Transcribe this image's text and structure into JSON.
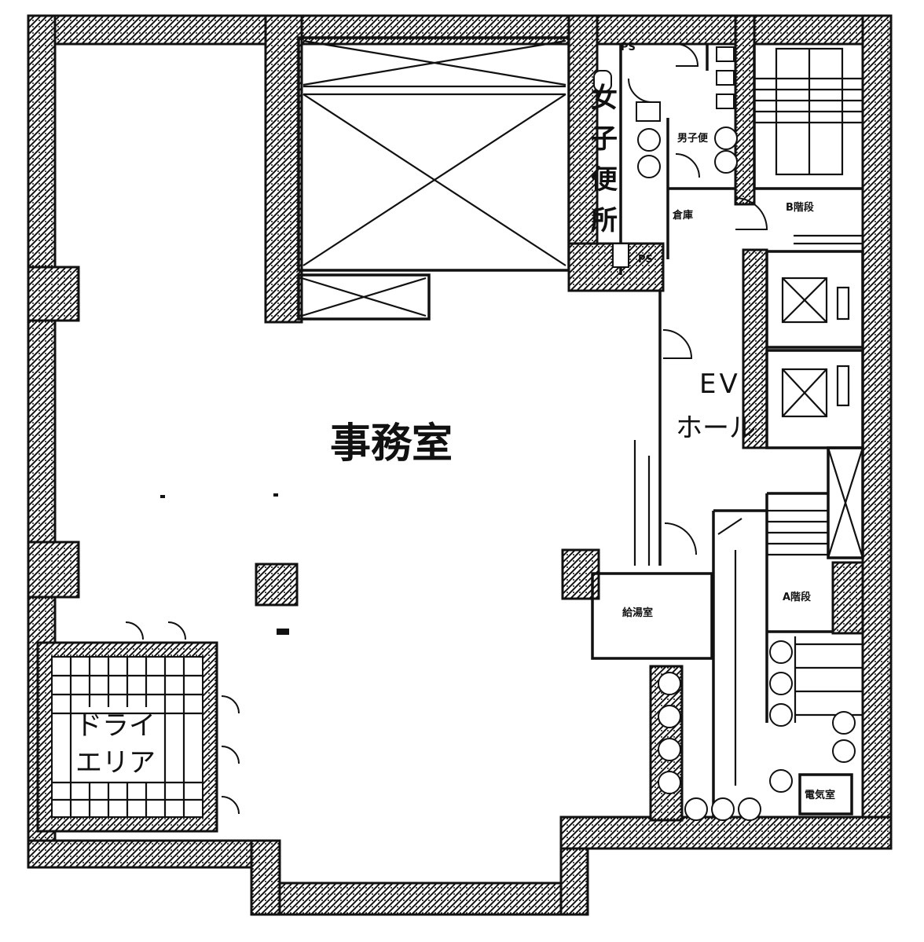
{
  "rooms": {
    "office": "事務室",
    "dry_area_line1": "ドライ",
    "dry_area_line2": "エリア",
    "ev_hall_line1": "EV",
    "ev_hall_line2": "ホール",
    "womens_restroom": [
      "女",
      "子",
      "便",
      "所"
    ],
    "mens_restroom": "男子便",
    "ps_left": "PS",
    "ps_right": "PS",
    "stair_b": "B階段",
    "stair_a": "A階段",
    "storage": "倉庫",
    "elec_room": "電気室",
    "hot_water": "給湯室"
  }
}
